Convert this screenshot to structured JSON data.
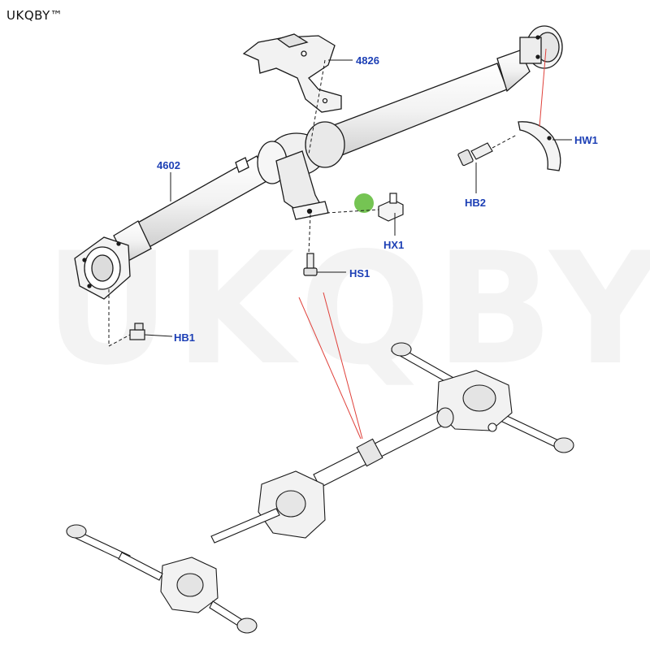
{
  "brand": "UKQBY™",
  "watermark": "UKQBY™",
  "colors": {
    "callout": "#1c3fb5",
    "leader_red": "#e0403a",
    "highlight": "#6ec14a",
    "line": "#1a1a1a"
  },
  "callouts": {
    "c4826": "4826",
    "c4602": "4602",
    "hw1": "HW1",
    "hb2": "HB2",
    "hx1": "HX1",
    "hs1": "HS1",
    "hb1": "HB1"
  }
}
